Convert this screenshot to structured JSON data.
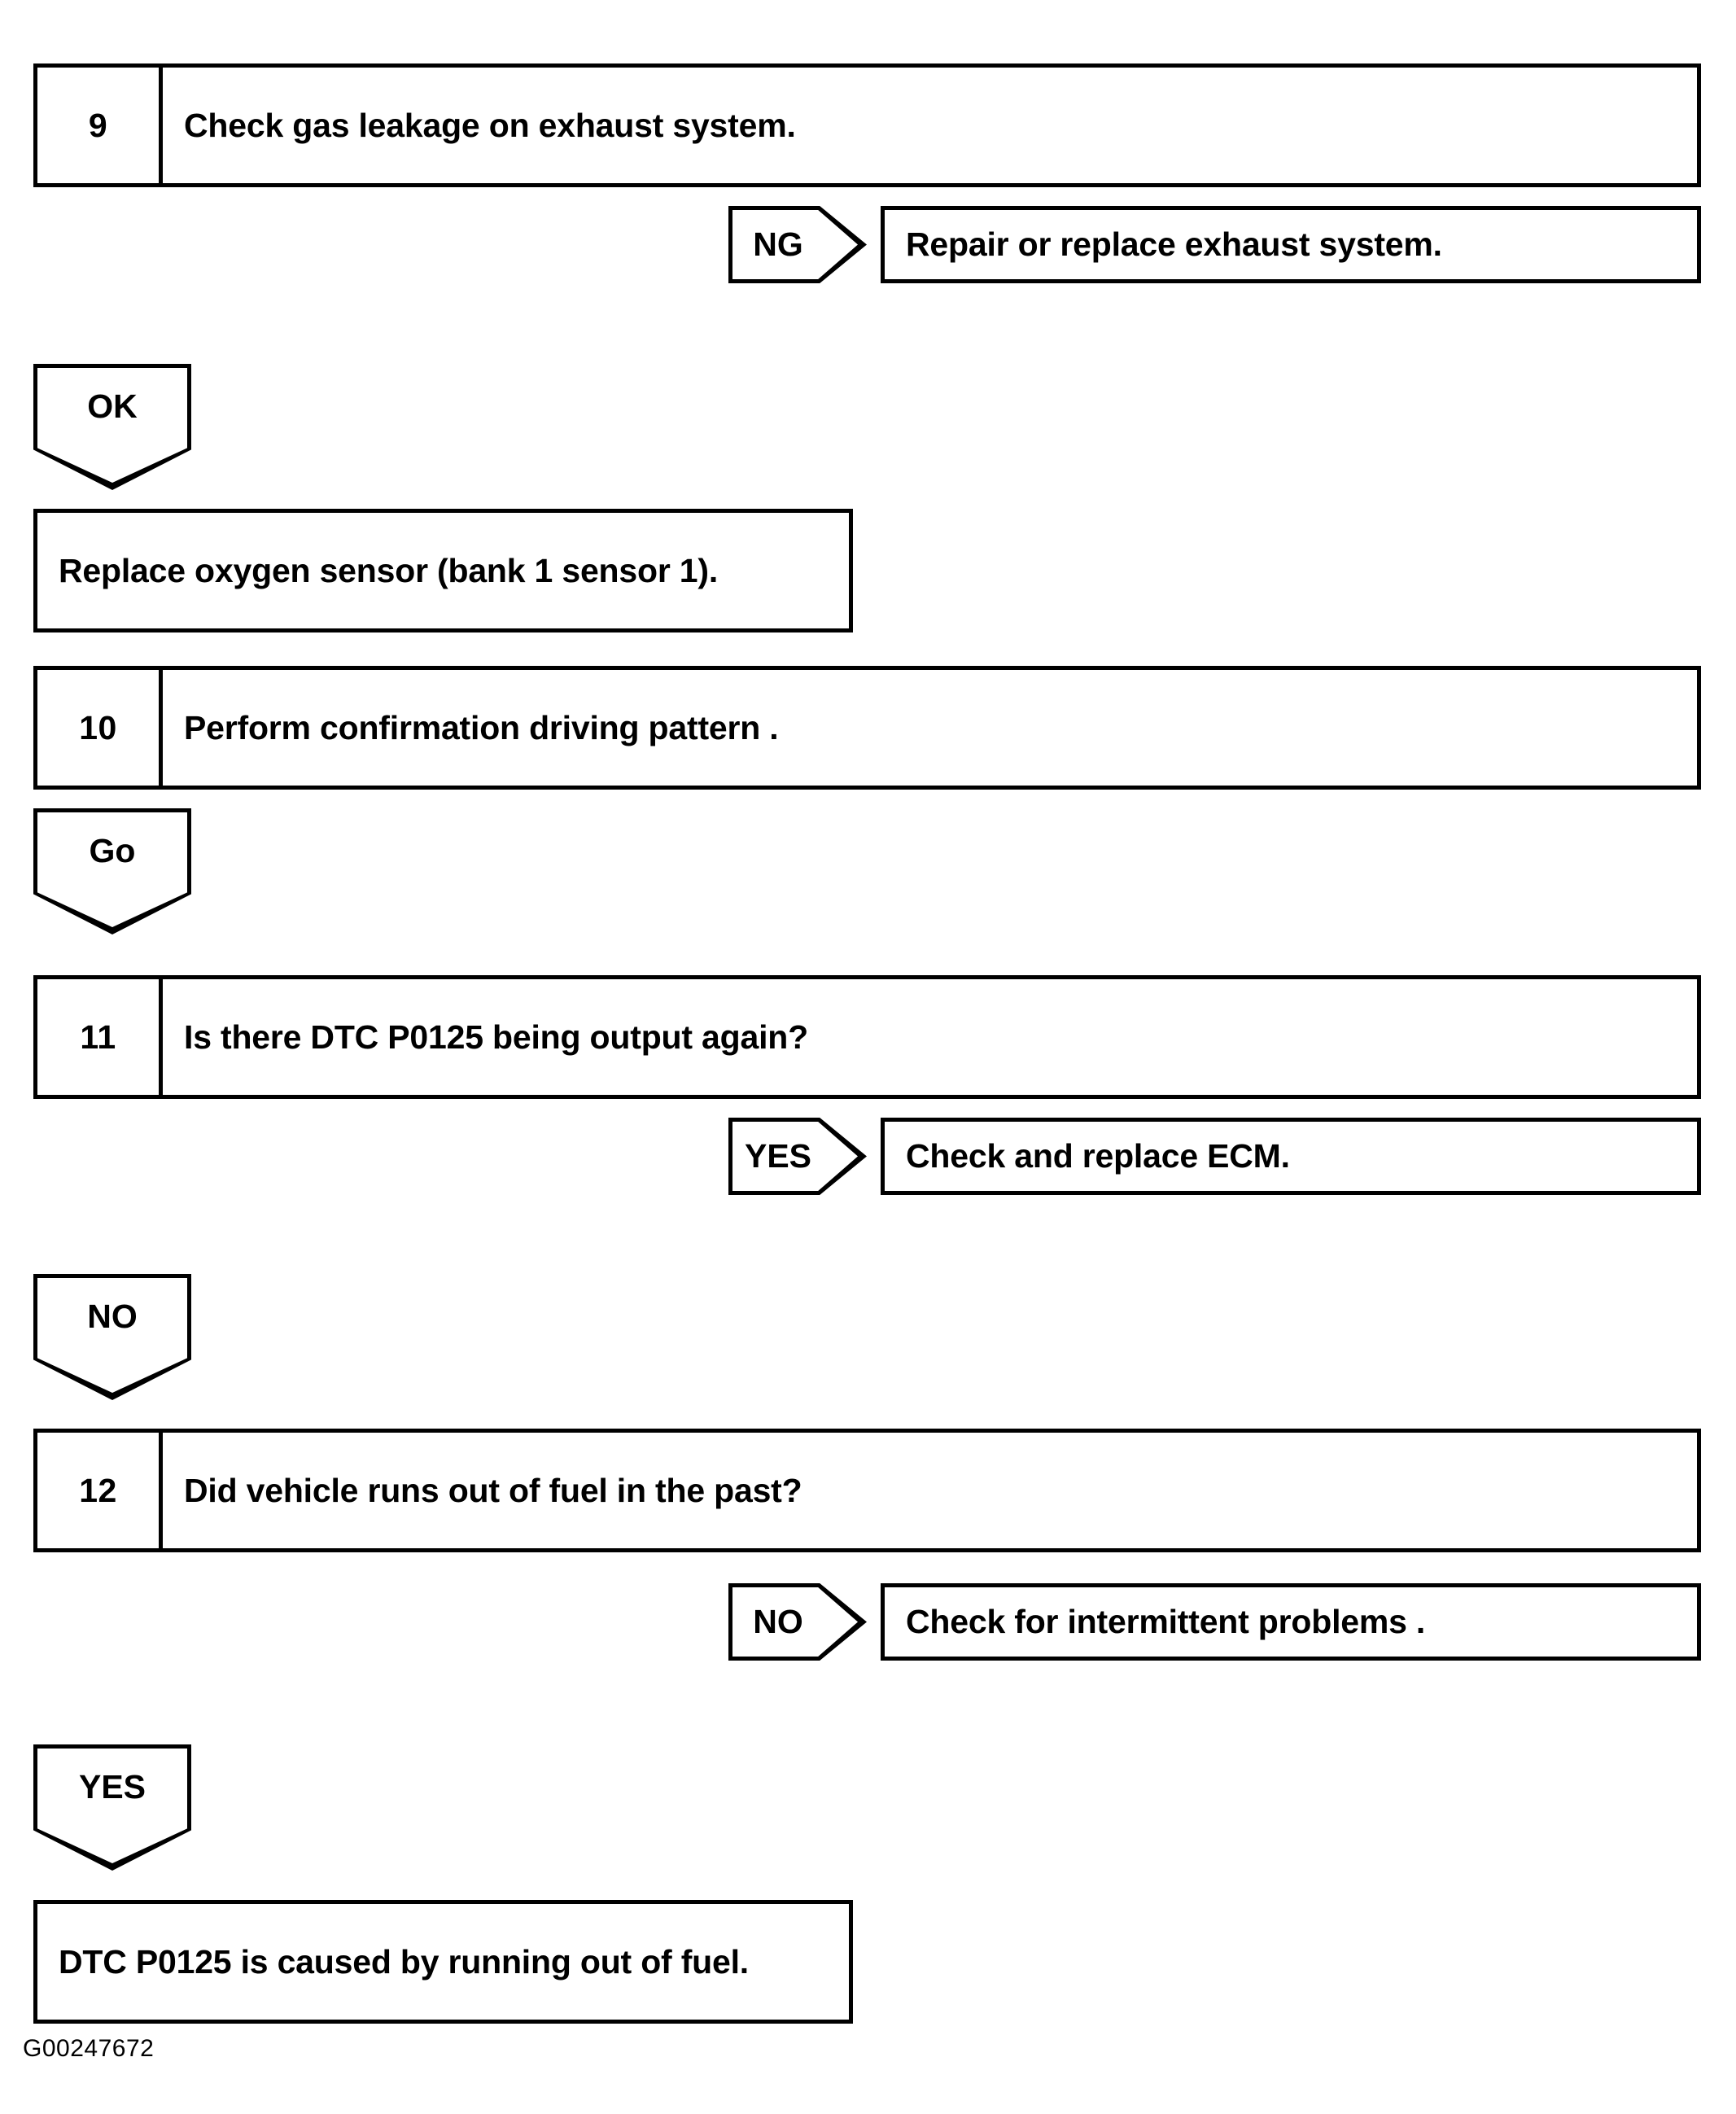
{
  "figure": {
    "id_label": "G00247672"
  },
  "steps": [
    {
      "number": "9",
      "text": "Check gas leakage on exhaust system."
    },
    {
      "number": "10",
      "text": "Perform confirmation driving pattern ."
    },
    {
      "number": "11",
      "text": "Is there DTC P0125 being output again?"
    },
    {
      "number": "12",
      "text": "Did vehicle runs out of fuel in the past?"
    }
  ],
  "branches": [
    {
      "label": "NG",
      "result": "Repair or replace exhaust system."
    },
    {
      "label": "YES",
      "result": "Check and replace ECM."
    },
    {
      "label": "NO",
      "result": "Check for intermittent problems ."
    }
  ],
  "flow_arrows": [
    {
      "label": "OK"
    },
    {
      "label": "Go"
    },
    {
      "label": "NO"
    },
    {
      "label": "YES"
    }
  ],
  "terminals": [
    {
      "text": "Replace oxygen sensor (bank 1 sensor 1)."
    },
    {
      "text": "DTC P0125 is caused by running out of fuel."
    }
  ]
}
